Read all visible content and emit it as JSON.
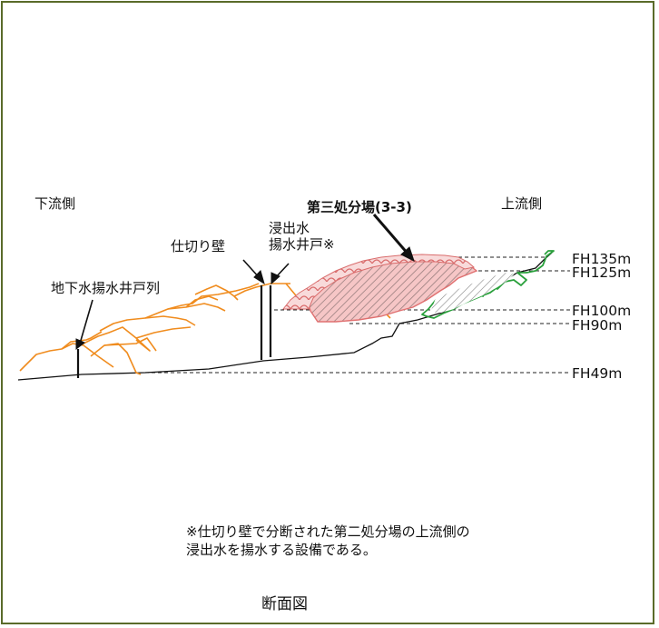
{
  "labels": {
    "downstream": "下流側",
    "upstream": "上流側",
    "disposal_site": "第三処分場(3-3)",
    "leachate_line1": "浸出水",
    "leachate_line2": "揚水井戸※",
    "partition_wall": "仕切り壁",
    "groundwater_wells": "地下水揚水井戸列"
  },
  "levels": [
    "FH135m",
    "FH125m",
    "FH100m",
    "FH90m",
    "FH49m"
  ],
  "note": {
    "line1": "※仕切り壁で分断された第二処分場の上流側の",
    "line2": "浸出水を揚水する設備である。"
  },
  "caption": "断面図",
  "colors": {
    "frame": "#5a6b2a",
    "embankment": "#f08c1e",
    "upstream_slope": "#2aa03c",
    "fill_red": "#e07070",
    "fill_pink": "#f4c0c0",
    "ground": "#111111"
  }
}
